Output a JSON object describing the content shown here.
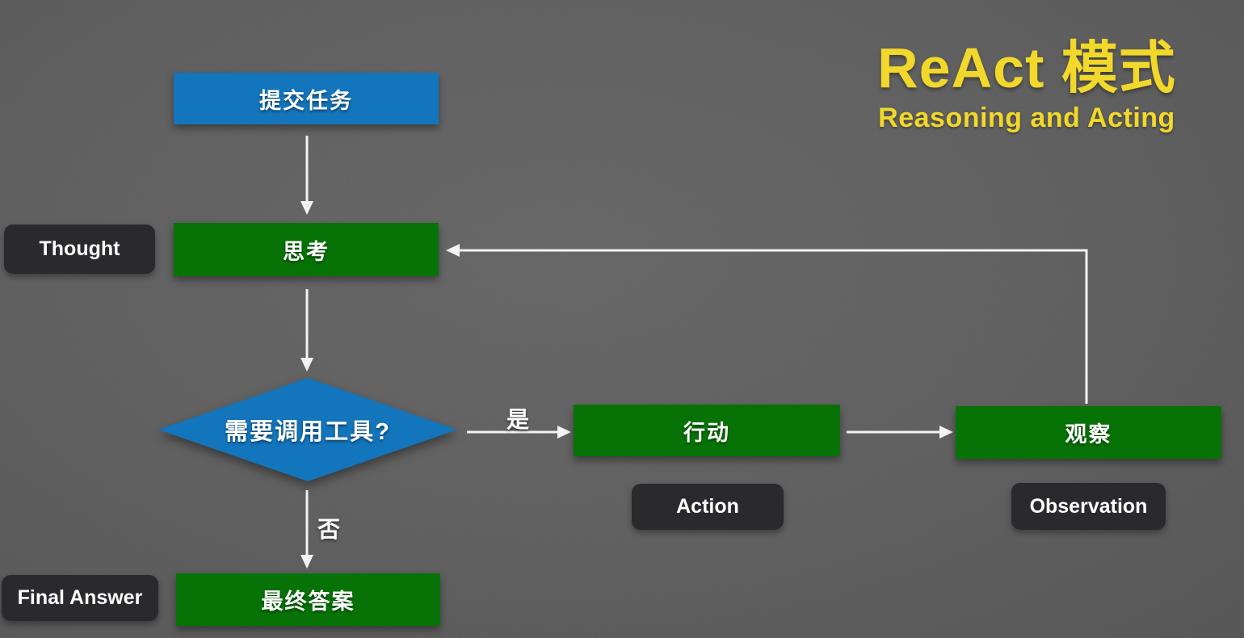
{
  "title": {
    "main": "ReAct 模式",
    "subtitle": "Reasoning and Acting"
  },
  "nodes": {
    "submit_task": {
      "label": "提交任务",
      "shape": "rectangle",
      "color": "#1375bc"
    },
    "think": {
      "label": "思考",
      "shape": "rectangle",
      "color": "#077307"
    },
    "decision": {
      "label": "需要调用工具?",
      "shape": "diamond",
      "color": "#1375bc"
    },
    "action": {
      "label": "行动",
      "shape": "rectangle",
      "color": "#077307"
    },
    "observe": {
      "label": "观察",
      "shape": "rectangle",
      "color": "#077307"
    },
    "final_answer": {
      "label": "最终答案",
      "shape": "rectangle",
      "color": "#077307"
    }
  },
  "annotations": {
    "thought": "Thought",
    "action": "Action",
    "observation": "Observation",
    "final_answer": "Final Answer"
  },
  "edge_labels": {
    "yes": "是",
    "no": "否"
  },
  "edges": [
    {
      "from": "submit_task",
      "to": "think",
      "label": ""
    },
    {
      "from": "think",
      "to": "decision",
      "label": ""
    },
    {
      "from": "decision",
      "to": "action",
      "label": "是"
    },
    {
      "from": "action",
      "to": "observe",
      "label": ""
    },
    {
      "from": "observe",
      "to": "think",
      "label": ""
    },
    {
      "from": "decision",
      "to": "final_answer",
      "label": "否"
    }
  ],
  "colors": {
    "background": "#5d5d5d",
    "blue_node": "#1375bc",
    "green_node": "#077307",
    "dark_tag": "#2a2a2c",
    "title_yellow": "#f2d82a",
    "arrow_white": "#f3f3f3"
  }
}
